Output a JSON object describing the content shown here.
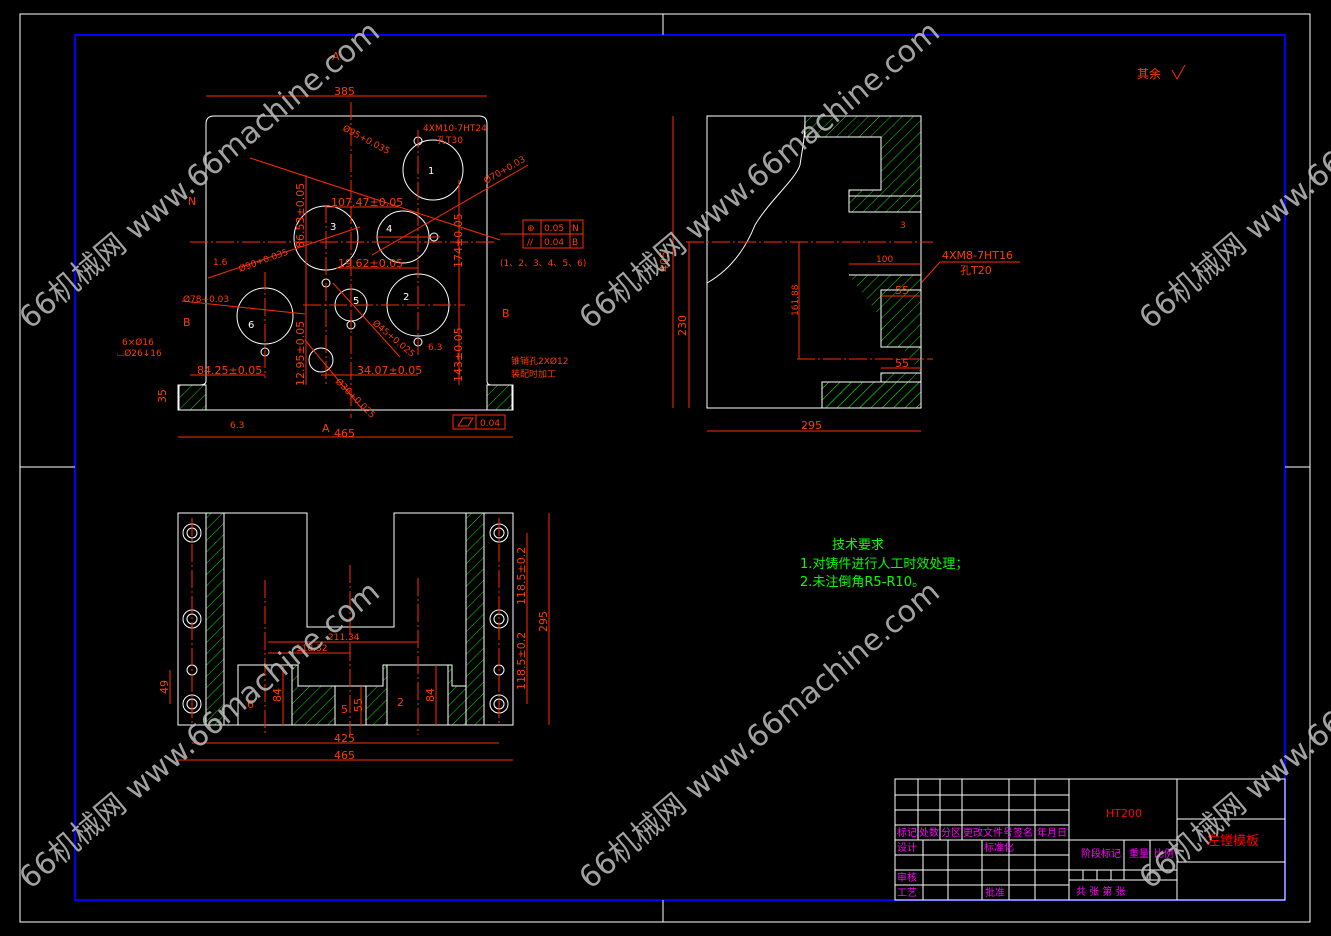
{
  "sheet": {
    "surface_note": "其余",
    "watermark": "66机械网 www.66machine.com"
  },
  "front_view": {
    "section_label_a": "A",
    "section_label_b": "B",
    "datum_n": "N",
    "datum_b": "B",
    "width_top": "385",
    "width_bottom": "465",
    "height_base": "35",
    "thread_note_1": "4XM10-7HT24",
    "thread_note_2": "孔T30",
    "dia_95": "Ø95+0.035",
    "dia_70": "Ø70+0.03",
    "dia_90": "Ø90+0.035",
    "dia_78": "Ø78+0.03",
    "dia_45": "Ø45+0.025",
    "dia_36": "Ø36+0.025",
    "dim_107": "107.47±0.05",
    "dim_86": "86.53±0.05",
    "dim_19": "19.62±0.05",
    "dim_174": "174±0.05",
    "dim_143": "143±0.05",
    "dim_12": "12.95±0.05",
    "dim_84": "84.25±0.05",
    "dim_34": "34.07±0.05",
    "holes_note_1": "6×Ø16",
    "holes_note_2": "⌴Ø26↓16",
    "pin_note_1": "锥销孔2XØ12",
    "pin_note_2": "装配时加工",
    "tol_position": "0.05",
    "tol_parallel": "0.04",
    "tol_flatness": "0.04",
    "tol_holes": "(1、2、3、4、5、6)",
    "rough_16": "1.6",
    "rough_63": "6.3",
    "bores": [
      "1",
      "2",
      "3",
      "4",
      "5",
      "6"
    ]
  },
  "side_view": {
    "height_total": "405",
    "height_230": "230",
    "width": "295",
    "dim_100": "100",
    "dim_161": "161.88",
    "dim_55a": "55",
    "dim_55b": "55",
    "bore_label": "3",
    "thread_note_1": "4XM8-7HT16",
    "thread_note_2": "孔T20"
  },
  "bottom_view": {
    "width_465": "465",
    "width_425": "425",
    "height_295": "295",
    "dim_118a": "118.5±0.2",
    "dim_118b": "118.5±0.2",
    "dim_211": "211.34",
    "dim_118_32": "118.32",
    "dim_49": "49",
    "dim_84a": "84",
    "dim_84b": "84",
    "dim_55": "55",
    "labels": [
      "6",
      "5",
      "2"
    ]
  },
  "tech_requirements": {
    "title": "技术要求",
    "item1": "1.对铸件进行人工时效处理；",
    "item2": "2.未注倒角R5-R10。"
  },
  "title_block": {
    "material": "HT200",
    "part_name": "左镗模板",
    "headers": [
      "标记",
      "处数",
      "分区",
      "更改文件号",
      "签名",
      "年月日"
    ],
    "design": "设计",
    "standardize": "标准化",
    "review": "审核",
    "process": "工艺",
    "approve": "批准",
    "stage_mark": "阶段标记",
    "weight": "重量",
    "scale": "比例",
    "sheets": "共    张 第    张"
  }
}
